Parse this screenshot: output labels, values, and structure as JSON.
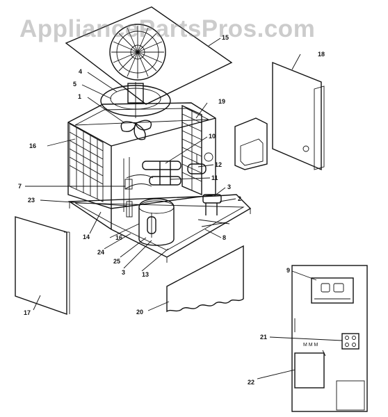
{
  "watermark": "AppliancePartsPros.com",
  "callouts": {
    "c1": "1",
    "c2": "2",
    "c3": "3",
    "c3b": "3",
    "c4": "4",
    "c5": "5",
    "c7": "7",
    "c8": "8",
    "c9": "9",
    "c10": "10",
    "c11": "11",
    "c12": "12",
    "c13": "13",
    "c14": "14",
    "c15": "15",
    "c16": "16",
    "c16b": "16",
    "c17": "17",
    "c18": "18",
    "c19": "19",
    "c20": "20",
    "c21": "21",
    "c22": "22",
    "c23": "23",
    "c24": "24",
    "c25": "25"
  }
}
